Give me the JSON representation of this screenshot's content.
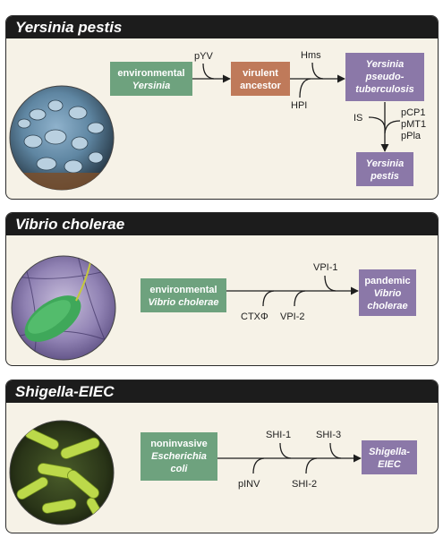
{
  "colors": {
    "green": "#6ea27e",
    "rust": "#bf7a5a",
    "purple": "#8b78a8",
    "panel_bg": "#f6f2e7",
    "header_bg": "#1c1c1c"
  },
  "panels": [
    {
      "title": "Yersinia pestis",
      "micrograph": "scanning-electron-micrograph-yersinia",
      "nodes": {
        "env": [
          "environmental",
          "Yersinia"
        ],
        "anc": [
          "virulent",
          "ancestor"
        ],
        "pseudo": [
          "Yersinia",
          "pseudo-",
          "tuberculosis"
        ],
        "pestis": [
          "Yersinia",
          "pestis"
        ]
      },
      "labels": {
        "pyv": "pYV",
        "hms": "Hms",
        "hpi": "HPI",
        "is": "IS",
        "plasmids": [
          "pCP1",
          "pMT1",
          "pPla"
        ]
      }
    },
    {
      "title": "Vibrio cholerae",
      "micrograph": "electron-micrograph-vibrio",
      "nodes": {
        "env": [
          "environmental",
          "Vibrio cholerae"
        ],
        "pandemic": [
          "pandemic",
          "Vibrio",
          "cholerae"
        ]
      },
      "labels": {
        "ctx": "CTXΦ",
        "vpi1": "VPI-1",
        "vpi2": "VPI-2"
      }
    },
    {
      "title": "Shigella-EIEC",
      "micrograph": "micrograph-green-rods",
      "nodes": {
        "env": [
          "noninvasive",
          "Escherichia",
          "coli"
        ],
        "target": [
          "Shigella-",
          "EIEC"
        ]
      },
      "labels": {
        "pinv": "pINV",
        "shi1": "SHI-1",
        "shi2": "SHI-2",
        "shi3": "SHI-3"
      }
    }
  ]
}
